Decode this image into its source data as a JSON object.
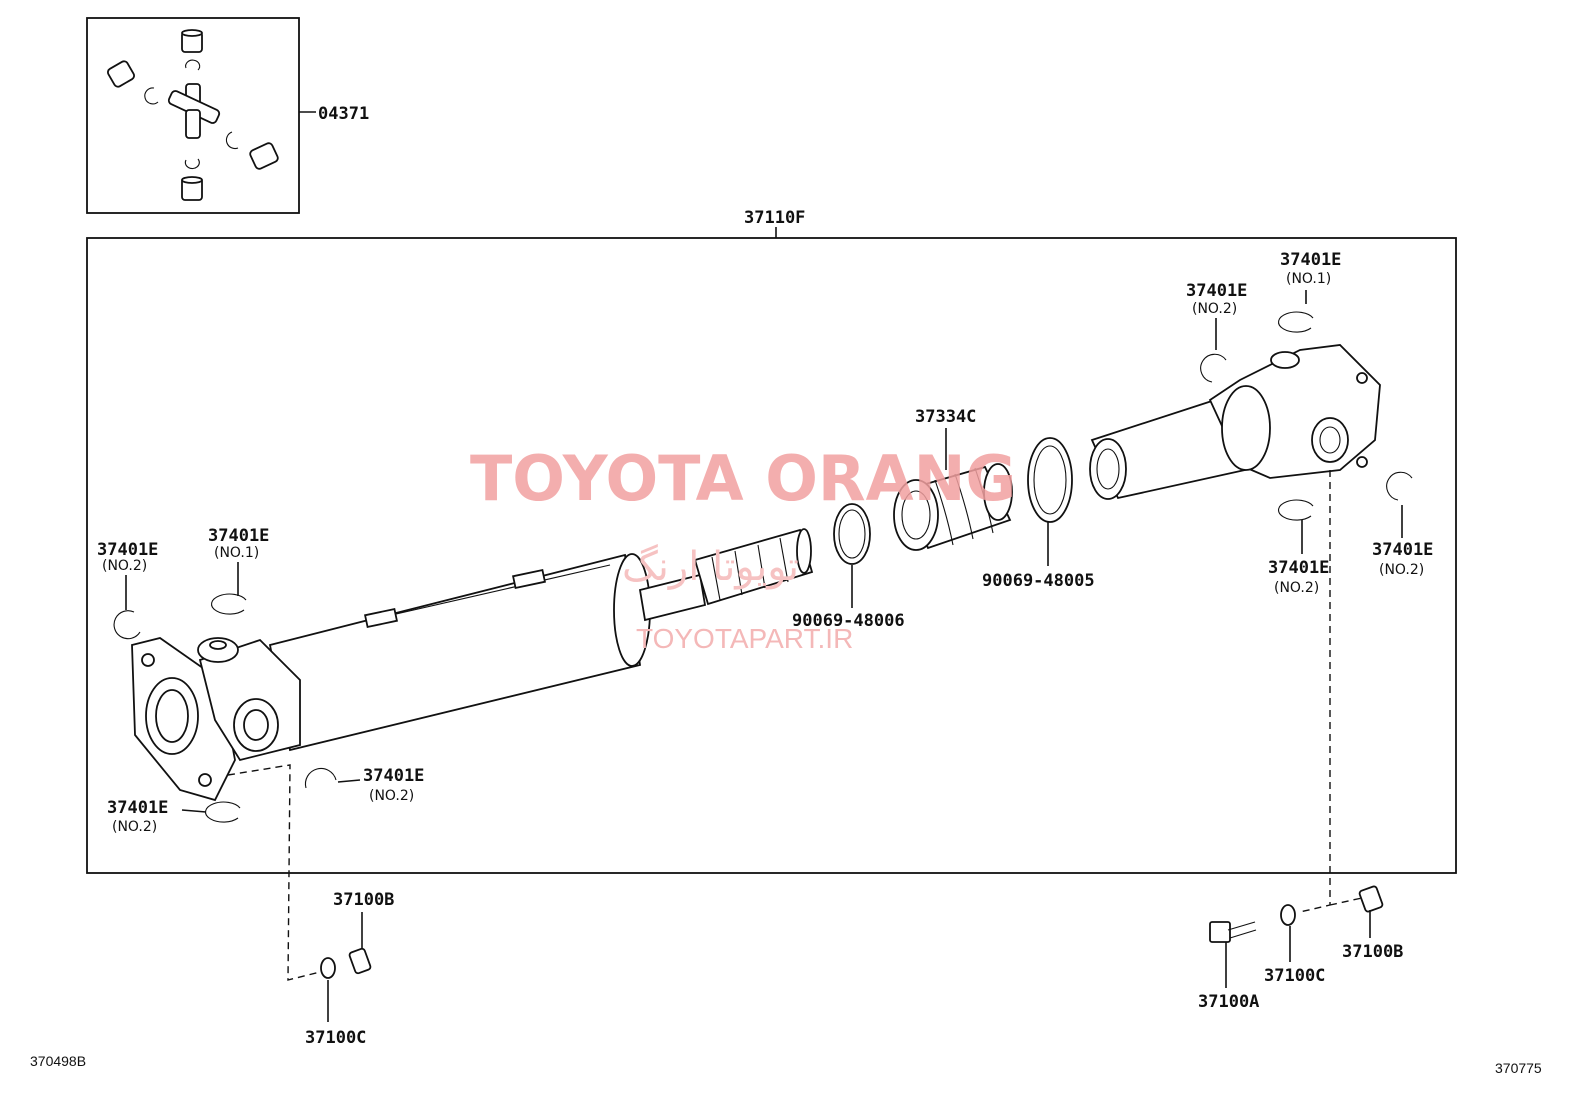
{
  "parts": {
    "kit": "04371",
    "shaft_assembly": "37110F",
    "boot": "37334C",
    "clip_small": "90069-48006",
    "clip_large": "90069-48005",
    "snap_ring": "37401E",
    "no1": "(NO.1)",
    "no2": "(NO.2)",
    "bolt": "37100A",
    "nut": "37100B",
    "washer": "37100C"
  },
  "footer": {
    "left_code": "370498B",
    "right_code": "370775"
  },
  "watermark": {
    "brand": "TOYOTA ORANG",
    "persian": "تویوتا ارنگ",
    "site": "TOYOTAPART.IR"
  }
}
